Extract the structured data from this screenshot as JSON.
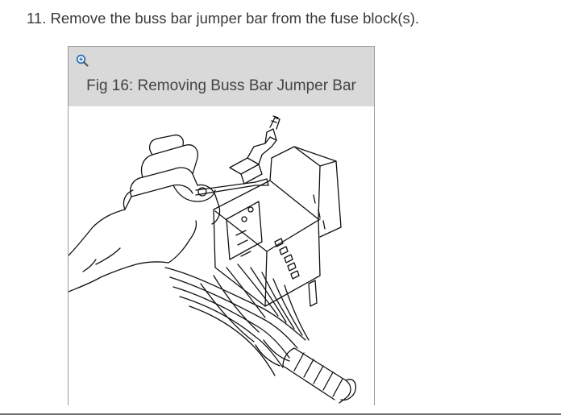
{
  "step": {
    "text": "11. Remove the buss bar jumper bar from the fuse block(s)."
  },
  "figure": {
    "zoom_icon": "zoom-in-magnifier-icon",
    "caption": "Fig 16: Removing Buss Bar Jumper Bar",
    "image_description_icon": "hand-removing-jumper-bar-illustration"
  },
  "colors": {
    "header_bg": "#d9d9d9",
    "border": "#9a9a9a",
    "text": "#333333",
    "zoom_accent": "#2a6fb8"
  }
}
